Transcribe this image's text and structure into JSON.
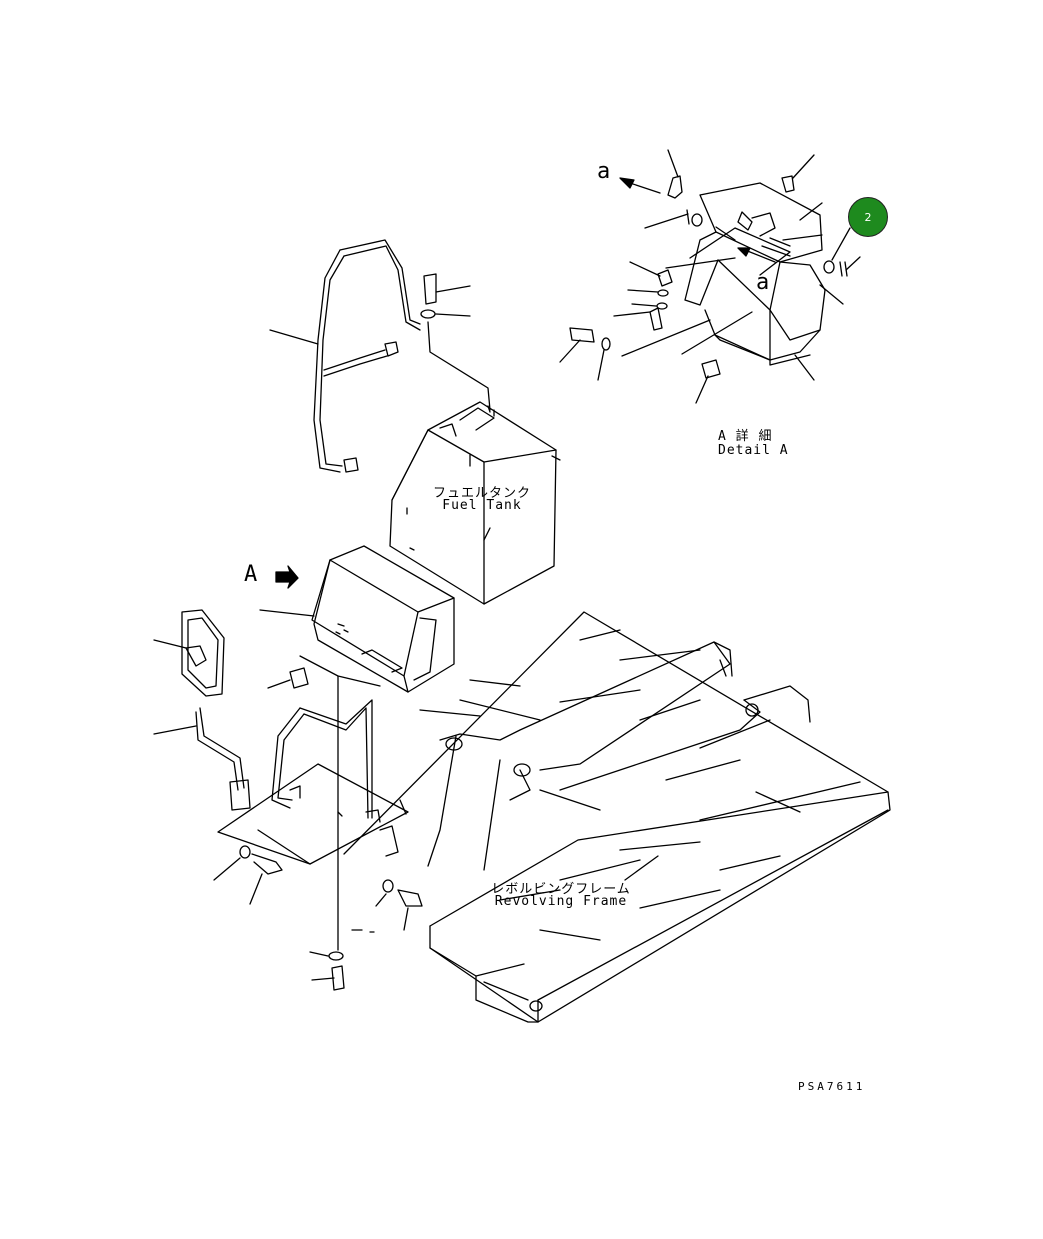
{
  "callouts": {
    "a_upper": "a",
    "a_inner": "a",
    "view_A": "A"
  },
  "detail": {
    "jp": "A  詳  細",
    "en": "Detail A"
  },
  "fuel_tank": {
    "jp": "フュエルタンク",
    "en": "Fuel Tank"
  },
  "revolving_frame": {
    "jp": "レボルビングフレーム",
    "en": "Revolving Frame"
  },
  "drawing_code": "PSA7611",
  "badge": {
    "number": "2",
    "color": "#1e8a1e"
  },
  "colors": {
    "line": "#000000",
    "background": "#ffffff"
  }
}
